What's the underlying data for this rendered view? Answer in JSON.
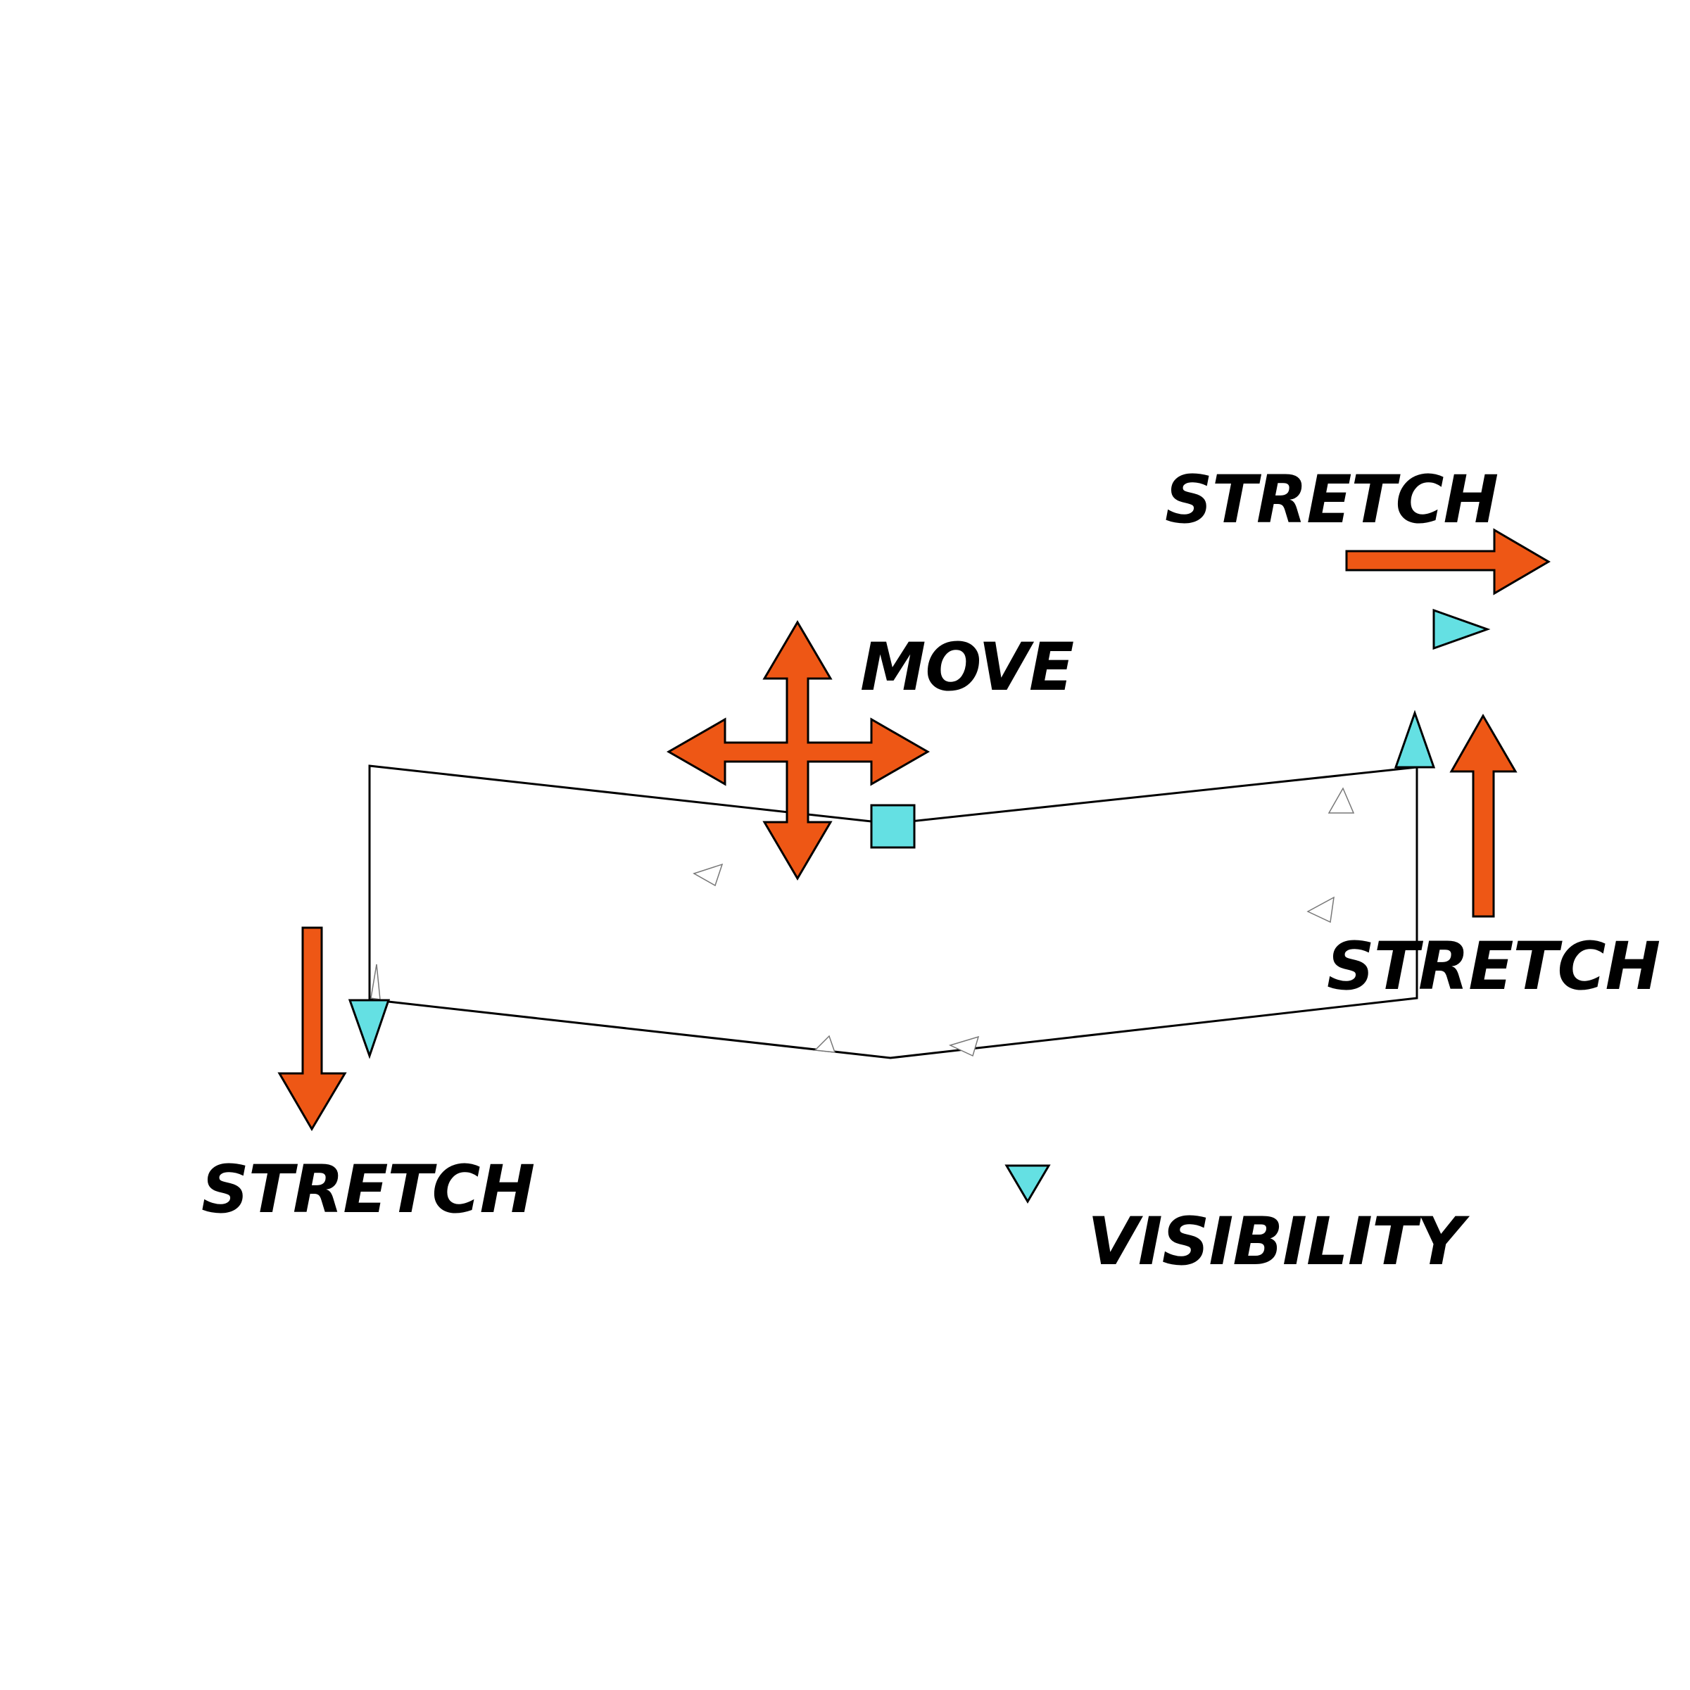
{
  "colors": {
    "arrow_fill": "#ee5715",
    "grip_fill": "#64e0e3",
    "outline": "#000000",
    "text": "#000000"
  },
  "labels": {
    "stretch_top": "STRETCH",
    "move": "MOVE",
    "stretch_right": "STRETCH",
    "stretch_left": "STRETCH",
    "visibility": "VISIBILITY"
  },
  "icons": {
    "move_arrow": "four-way-arrow-icon",
    "stretch_arrow": "single-arrow-icon",
    "grip_square": "square-grip-icon",
    "grip_triangle": "triangle-grip-icon"
  }
}
